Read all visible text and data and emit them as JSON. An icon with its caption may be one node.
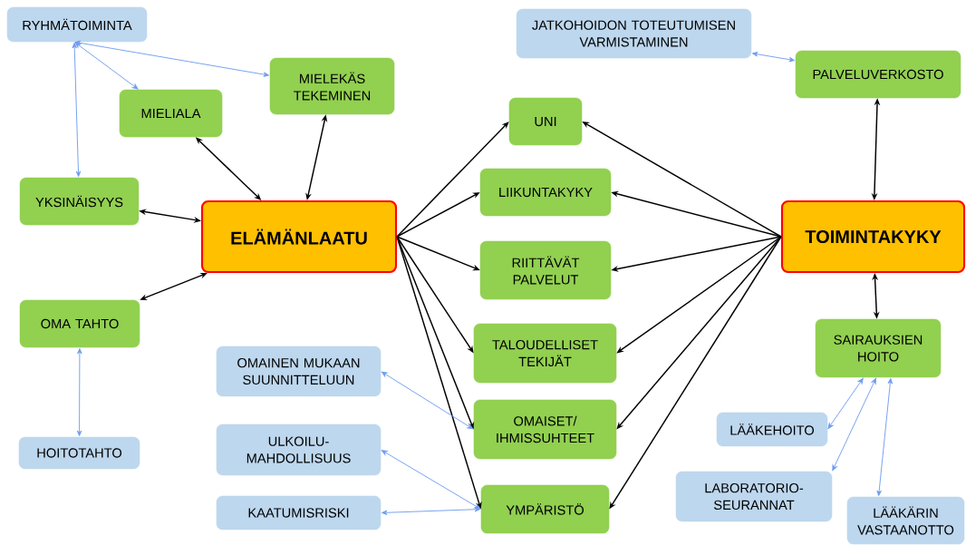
{
  "diagram": {
    "nodes": [
      {
        "text": [
          "RYHMÄTOIMINTA"
        ]
      },
      {
        "text": [
          "MIELEKÄS TEKEMINEN"
        ]
      },
      {
        "text": [
          "MIELIALA"
        ]
      },
      {
        "text": [
          "YKSINÄISYYS"
        ]
      },
      {
        "text": [
          "ELÄMÄNLAATU"
        ]
      },
      {
        "text": [
          "OMA TAHTO"
        ]
      },
      {
        "text": [
          "HOITOTAHTO"
        ]
      },
      {
        "text": [
          "JATKOHOIDON TOTEUTUMISEN VARMISTAMINEN"
        ]
      },
      {
        "text": [
          "PALVELUVERKOSTO"
        ]
      },
      {
        "text": [
          "UNI"
        ]
      },
      {
        "text": [
          "LIIKUNTAKYKY"
        ]
      },
      {
        "text": [
          "RIITTÄVÄT PALVELUT"
        ]
      },
      {
        "text": [
          "TOIMINTAKYKY"
        ]
      },
      {
        "text": [
          "TALOUDELLISET TEKIJÄT"
        ]
      },
      {
        "text": [
          "SAIRAUKSIEN HOITO"
        ]
      },
      {
        "text": [
          "OMAINEN MUKAAN SUUNNITTELUUN"
        ]
      },
      {
        "text": [
          "OMAISET/ IHMISSUHTEET"
        ]
      },
      {
        "text": [
          "LÄÄKEHOITO"
        ]
      },
      {
        "text": [
          "ULKOILU- MAHDOLLISUUS"
        ]
      },
      {
        "text": [
          "LABORATORIO- SEURANNAT"
        ]
      },
      {
        "text": [
          "KAATUMISRISKI"
        ]
      },
      {
        "text": [
          "YMPÄRISTÖ"
        ]
      },
      {
        "text": [
          "LÄÄKÄRIN VASTAANOTTO"
        ]
      }
    ],
    "edges": [
      {
        "from": 0,
        "to": 2,
        "arrow": "both",
        "color": "#6f9cf0"
      },
      {
        "from": 0,
        "to": 1,
        "arrow": "both",
        "color": "#6f9cf0"
      },
      {
        "from": 0,
        "to": 3,
        "arrow": "both",
        "color": "#6f9cf0"
      },
      {
        "from": 2,
        "to": 4,
        "arrow": "both"
      },
      {
        "from": 1,
        "to": 4,
        "arrow": "both"
      },
      {
        "from": 3,
        "to": 4,
        "arrow": "both"
      },
      {
        "from": 4,
        "to": 5,
        "arrow": "both"
      },
      {
        "from": 5,
        "to": 6,
        "arrow": "both",
        "color": "#6f9cf0"
      },
      {
        "from": 7,
        "to": 8,
        "arrow": "both",
        "color": "#6f9cf0"
      },
      {
        "from": 8,
        "to": 12,
        "arrow": "both"
      },
      {
        "from": 4,
        "to": 9,
        "arrow": "to"
      },
      {
        "from": 4,
        "to": 10,
        "arrow": "to"
      },
      {
        "from": 4,
        "to": 11,
        "arrow": "to"
      },
      {
        "from": 4,
        "to": 13,
        "arrow": "to"
      },
      {
        "from": 4,
        "to": 16,
        "arrow": "to"
      },
      {
        "from": 4,
        "to": 21,
        "arrow": "to"
      },
      {
        "from": 12,
        "to": 9,
        "arrow": "to"
      },
      {
        "from": 12,
        "to": 10,
        "arrow": "to"
      },
      {
        "from": 12,
        "to": 11,
        "arrow": "to"
      },
      {
        "from": 12,
        "to": 13,
        "arrow": "to"
      },
      {
        "from": 12,
        "to": 16,
        "arrow": "to"
      },
      {
        "from": 12,
        "to": 21,
        "arrow": "to"
      },
      {
        "from": 12,
        "to": 14,
        "arrow": "both"
      },
      {
        "from": 16,
        "to": 15,
        "arrow": "both",
        "color": "#6f9cf0"
      },
      {
        "from": 21,
        "to": 18,
        "arrow": "both",
        "color": "#6f9cf0"
      },
      {
        "from": 21,
        "to": 20,
        "arrow": "both",
        "color": "#6f9cf0"
      },
      {
        "from": 14,
        "to": 17,
        "arrow": "both",
        "color": "#6f9cf0"
      },
      {
        "from": 14,
        "to": 19,
        "arrow": "both",
        "color": "#6f9cf0"
      },
      {
        "from": 14,
        "to": 22,
        "arrow": "both",
        "color": "#6f9cf0"
      }
    ]
  }
}
